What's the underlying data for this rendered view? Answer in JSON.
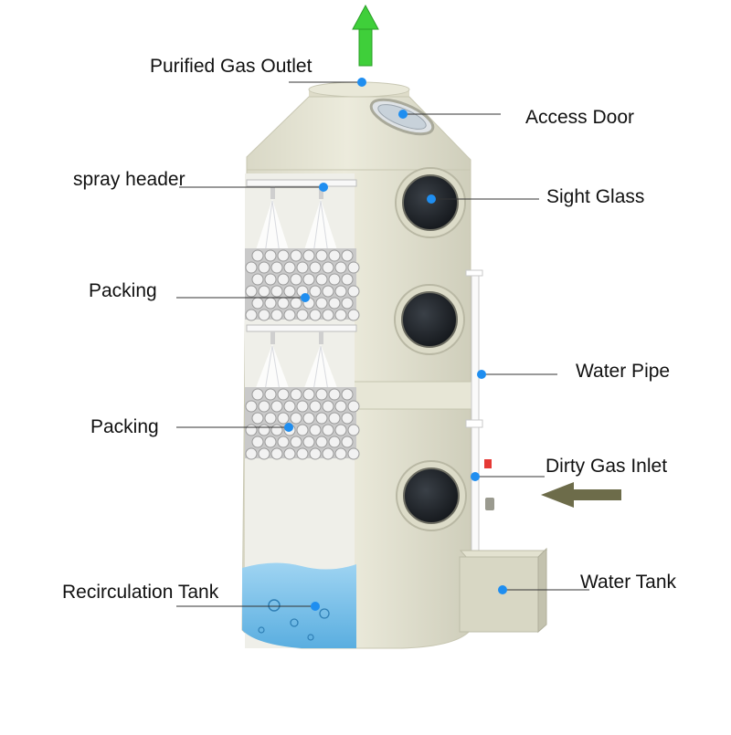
{
  "labels": {
    "purified_gas_outlet": "Purified Gas Outlet",
    "access_door": "Access Door",
    "spray_header": "spray header",
    "sight_glass": "Sight Glass",
    "packing_upper": "Packing",
    "water_pipe": "Water Pipe",
    "packing_lower": "Packing",
    "dirty_gas_inlet": "Dirty Gas Inlet",
    "water_tank": "Water Tank",
    "recirculation_tank": "Recirculation Tank"
  },
  "colors": {
    "body": "#e6e5d4",
    "body_shade": "#d2d1bf",
    "interior": "#ededE6",
    "water": "#7fc4ea",
    "marker_dot": "#1f8ef0",
    "outlet_arrow": "#3fcf3a",
    "inlet_arrow": "#6d6c4a",
    "leader_line": "#333333"
  }
}
